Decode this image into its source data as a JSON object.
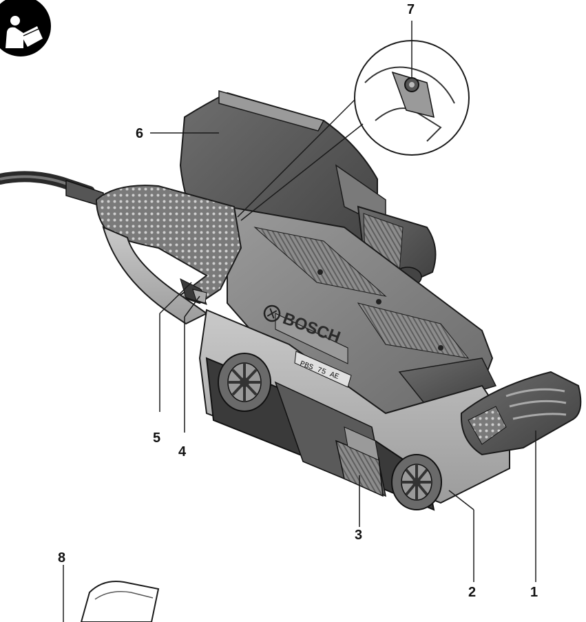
{
  "figure": {
    "callouts": [
      {
        "id": "1",
        "label": "1"
      },
      {
        "id": "2",
        "label": "2"
      },
      {
        "id": "3",
        "label": "3"
      },
      {
        "id": "4",
        "label": "4"
      },
      {
        "id": "5",
        "label": "5"
      },
      {
        "id": "6",
        "label": "6"
      },
      {
        "id": "7",
        "label": "7"
      },
      {
        "id": "8",
        "label": "8"
      }
    ],
    "brand_logo_text": "BOSCH",
    "model_plate_text": "PBS 75 AE",
    "manual_icon": "read-manual-icon"
  },
  "colors": {
    "body_dark": "#5a5a5a",
    "body_mid": "#8a8a8a",
    "body_light": "#bdbdbd",
    "outline": "#1a1a1a",
    "icon_fill": "#000000"
  }
}
